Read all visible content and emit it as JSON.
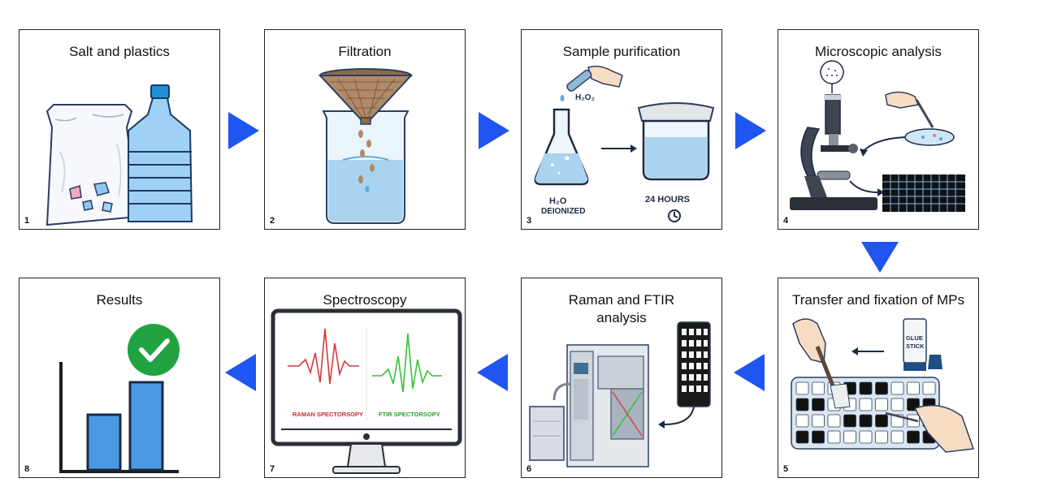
{
  "colors": {
    "arrow": "#1f55f0",
    "border": "#222222",
    "water": "#a9d3ee",
    "bar": "#4a9ae2",
    "check": "#21a341",
    "raman_wave": "#d63a3a",
    "ftir_wave": "#36c23a"
  },
  "steps": [
    {
      "number": "1",
      "title": "Salt and plastics",
      "icon": "salt-bag-and-bottle"
    },
    {
      "number": "2",
      "title": "Filtration",
      "icon": "funnel-and-beaker"
    },
    {
      "number": "3",
      "title": "Sample purification",
      "icon": "flask-and-jar",
      "reagent_label": "H₂O₂",
      "flask_label_1": "H₂O",
      "flask_label_2": "DEIONIZED",
      "time_label": "24 HOURS"
    },
    {
      "number": "4",
      "title": "Microscopic analysis",
      "icon": "microscope"
    },
    {
      "number": "5",
      "title": "Transfer and fixation of MPs",
      "icon": "glue-stick-and-grid",
      "glue_label_1": "GLUE",
      "glue_label_2": "STICK"
    },
    {
      "number": "6",
      "title": "Raman and FTIR analysis",
      "icon": "spectrometer-instrument"
    },
    {
      "number": "7",
      "title": "Spectroscopy",
      "icon": "monitor-spectra",
      "spectrum_left": "RAMAN SPECTORSOPY",
      "spectrum_right": "FTIR SPECTORSOPY"
    },
    {
      "number": "8",
      "title": "Results",
      "icon": "bar-chart-check"
    }
  ]
}
